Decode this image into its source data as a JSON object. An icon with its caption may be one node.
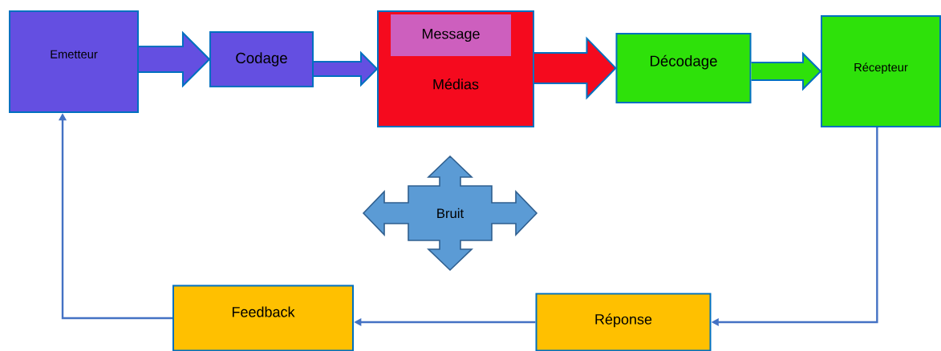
{
  "diagram": {
    "nodes": [
      {
        "text": [
          "Emetteur"
        ]
      },
      {
        "text": [
          "Codage"
        ]
      },
      {
        "text": [
          "Médias"
        ]
      },
      {
        "text": [
          "Message"
        ],
        "in": 2
      },
      {
        "text": [
          "Décodage"
        ]
      },
      {
        "text": [
          "Récepteur"
        ]
      },
      {
        "text": [
          "Bruit"
        ]
      },
      {
        "text": [
          "Réponse"
        ]
      },
      {
        "text": [
          "Feedback"
        ]
      }
    ],
    "edges": [
      {
        "from": 0,
        "to": 1,
        "arrow": "to",
        "style": "thick",
        "color": "#644fe1"
      },
      {
        "from": 1,
        "to": 2,
        "arrow": "to",
        "style": "thick",
        "color": "#644fe1"
      },
      {
        "from": 2,
        "to": 4,
        "arrow": "to",
        "style": "thick",
        "color": "#f50a1e"
      },
      {
        "from": 4,
        "to": 5,
        "arrow": "to",
        "style": "thick",
        "color": "#2ee10a"
      },
      {
        "from": 5,
        "to": 7,
        "arrow": "to"
      },
      {
        "from": 7,
        "to": 8,
        "arrow": "to"
      },
      {
        "from": 8,
        "to": 0,
        "arrow": "to"
      }
    ]
  }
}
